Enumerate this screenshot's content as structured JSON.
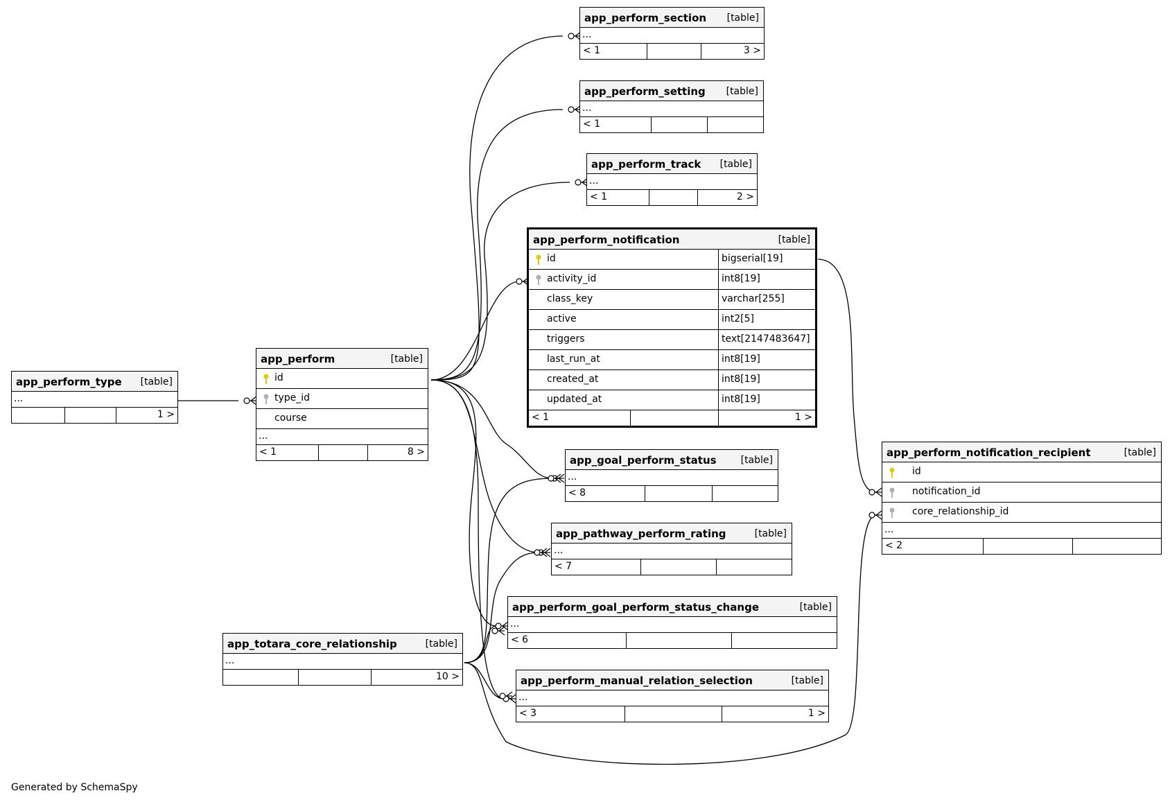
{
  "footer": "Generated by SchemaSpy",
  "tables": {
    "app_perform_section": {
      "name": "app_perform_section",
      "kind": "[table]",
      "ellipsis": "...",
      "footer": [
        "< 1",
        "",
        "3 >"
      ]
    },
    "app_perform_setting": {
      "name": "app_perform_setting",
      "kind": "[table]",
      "ellipsis": "...",
      "footer": [
        "< 1",
        "",
        ""
      ]
    },
    "app_perform_track": {
      "name": "app_perform_track",
      "kind": "[table]",
      "ellipsis": "...",
      "footer": [
        "< 1",
        "",
        "2 >"
      ]
    },
    "app_perform_notification": {
      "name": "app_perform_notification",
      "kind": "[table]",
      "columns": [
        {
          "name": "id",
          "type": "bigserial[19]",
          "key": "primary"
        },
        {
          "name": "activity_id",
          "type": "int8[19]",
          "key": "foreign"
        },
        {
          "name": "class_key",
          "type": "varchar[255]",
          "key": ""
        },
        {
          "name": "active",
          "type": "int2[5]",
          "key": ""
        },
        {
          "name": "triggers",
          "type": "text[2147483647]",
          "key": ""
        },
        {
          "name": "last_run_at",
          "type": "int8[19]",
          "key": ""
        },
        {
          "name": "created_at",
          "type": "int8[19]",
          "key": ""
        },
        {
          "name": "updated_at",
          "type": "int8[19]",
          "key": ""
        }
      ],
      "footer": [
        "< 1",
        "",
        "1 >"
      ]
    },
    "app_perform_type": {
      "name": "app_perform_type",
      "kind": "[table]",
      "ellipsis": "...",
      "footer": [
        "",
        "",
        "1 >"
      ]
    },
    "app_perform": {
      "name": "app_perform",
      "kind": "[table]",
      "columns": [
        {
          "name": "id",
          "key": "primary"
        },
        {
          "name": "type_id",
          "key": "foreign"
        },
        {
          "name": "course",
          "key": ""
        }
      ],
      "ellipsis": "...",
      "footer": [
        "< 1",
        "",
        "8 >"
      ]
    },
    "app_goal_perform_status": {
      "name": "app_goal_perform_status",
      "kind": "[table]",
      "ellipsis": "...",
      "footer": [
        "< 8",
        "",
        ""
      ]
    },
    "app_pathway_perform_rating": {
      "name": "app_pathway_perform_rating",
      "kind": "[table]",
      "ellipsis": "...",
      "footer": [
        "< 7",
        "",
        ""
      ]
    },
    "app_perform_goal_perform_status_change": {
      "name": "app_perform_goal_perform_status_change",
      "kind": "[table]",
      "ellipsis": "...",
      "footer": [
        "< 6",
        "",
        ""
      ]
    },
    "app_totara_core_relationship": {
      "name": "app_totara_core_relationship",
      "kind": "[table]",
      "ellipsis": "...",
      "footer": [
        "",
        "",
        "10 >"
      ]
    },
    "app_perform_manual_relation_selection": {
      "name": "app_perform_manual_relation_selection",
      "kind": "[table]",
      "ellipsis": "...",
      "footer": [
        "< 3",
        "",
        "1 >"
      ]
    },
    "app_perform_notification_recipient": {
      "name": "app_perform_notification_recipient",
      "kind": "[table]",
      "columns": [
        {
          "name": "id",
          "key": "primary"
        },
        {
          "name": "notification_id",
          "key": "foreign"
        },
        {
          "name": "core_relationship_id",
          "key": "foreign"
        }
      ],
      "ellipsis": "...",
      "footer": [
        "< 2",
        "",
        ""
      ]
    }
  },
  "relationships": [
    {
      "from": "app_perform_type",
      "to": "app_perform.type_id"
    },
    {
      "from": "app_perform",
      "to": "app_perform_section"
    },
    {
      "from": "app_perform",
      "to": "app_perform_setting"
    },
    {
      "from": "app_perform",
      "to": "app_perform_track"
    },
    {
      "from": "app_perform",
      "to": "app_perform_notification.activity_id"
    },
    {
      "from": "app_perform",
      "to": "app_goal_perform_status"
    },
    {
      "from": "app_perform",
      "to": "app_pathway_perform_rating"
    },
    {
      "from": "app_perform",
      "to": "app_perform_goal_perform_status_change"
    },
    {
      "from": "app_perform",
      "to": "app_perform_manual_relation_selection"
    },
    {
      "from": "app_totara_core_relationship",
      "to": "app_goal_perform_status"
    },
    {
      "from": "app_totara_core_relationship",
      "to": "app_pathway_perform_rating"
    },
    {
      "from": "app_totara_core_relationship",
      "to": "app_perform_goal_perform_status_change"
    },
    {
      "from": "app_totara_core_relationship",
      "to": "app_perform_manual_relation_selection"
    },
    {
      "from": "app_totara_core_relationship",
      "to": "app_perform_notification_recipient.core_relationship_id"
    },
    {
      "from": "app_perform_notification.id",
      "to": "app_perform_notification_recipient.notification_id"
    }
  ]
}
